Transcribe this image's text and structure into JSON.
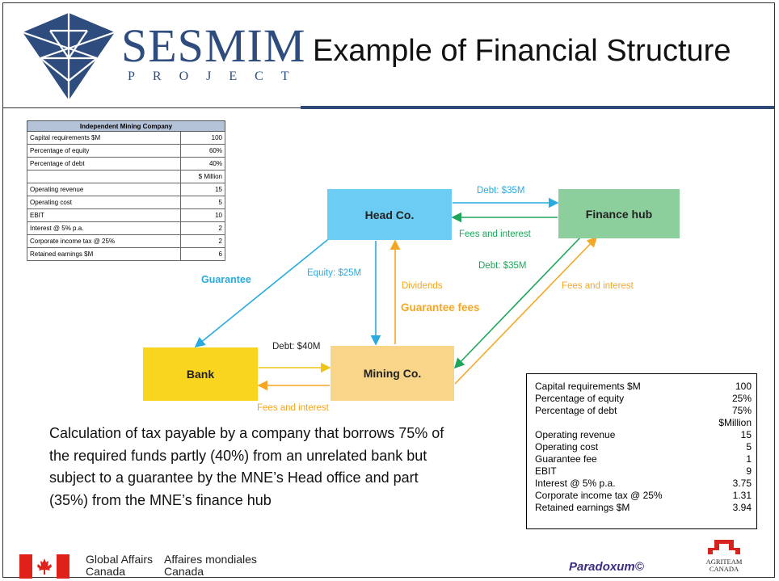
{
  "header": {
    "brand_name": "SESMIM",
    "brand_sub": "PROJECT",
    "title": "Example of Financial Structure"
  },
  "table_company": {
    "title": "Independent Mining Company",
    "rows": [
      {
        "label": "Capital requirements $M",
        "value": "100"
      },
      {
        "label": "Percentage of equity",
        "value": "60%"
      },
      {
        "label": "Percentage of debt",
        "value": "40%"
      },
      {
        "label": "",
        "value": "$ Million"
      },
      {
        "label": "Operating revenue",
        "value": "15"
      },
      {
        "label": "Operating cost",
        "value": "5"
      },
      {
        "label": "EBIT",
        "value": "10"
      },
      {
        "label": "Interest @ 5% p.a.",
        "value": "2"
      },
      {
        "label": "Corporate income tax @ 25%",
        "value": "2"
      },
      {
        "label": "Retained earnings $M",
        "value": "6"
      }
    ]
  },
  "diagram": {
    "nodes": {
      "head": {
        "label": "Head Co.",
        "color": "#6cccf3"
      },
      "finance": {
        "label": "Finance hub",
        "color": "#8ccf9c"
      },
      "bank": {
        "label": "Bank",
        "color": "#fad520"
      },
      "mining": {
        "label": "Mining Co.",
        "color": "#f9d58a"
      }
    },
    "labels": {
      "debt35_top": "Debt: $35M",
      "fees_top": "Fees and interest",
      "debt35_right": "Debt: $35M",
      "fees_right": "Fees and interest",
      "guarantee": "Guarantee",
      "equity": "Equity: $25M",
      "dividends": "Dividends",
      "guarantee_fees": "Guarantee fees",
      "debt40": "Debt: $40M",
      "fees_bottom": "Fees and interest"
    },
    "colors": {
      "blue": "#29abe2",
      "green": "#1ea55a",
      "orange": "#f5a623",
      "yellow": "#f0c419"
    }
  },
  "table_scenario": {
    "rows": [
      {
        "label": "Capital requirements $M",
        "value": "100"
      },
      {
        "label": "Percentage of equity",
        "value": "25%"
      },
      {
        "label": "Percentage of debt",
        "value": "75%"
      },
      {
        "label": "",
        "value": "$Million"
      },
      {
        "label": "Operating revenue",
        "value": "15"
      },
      {
        "label": "Operating cost",
        "value": "5"
      },
      {
        "label": "Guarantee fee",
        "value": "1"
      },
      {
        "label": "EBIT",
        "value": "9"
      },
      {
        "label": "Interest @ 5% p.a.",
        "value": "3.75"
      },
      {
        "label": "Corporate income tax @ 25%",
        "value": "1.31"
      },
      {
        "label": "Retained earnings $M",
        "value": "3.94"
      }
    ]
  },
  "calculation_text": "Calculation of tax payable by a company that borrows 75% of the required funds partly (40%) from an unrelated bank but subject to a guarantee by the MNE’s Head office and part (35%) from the MNE’s finance hub",
  "footer": {
    "ga_en_1": "Global Affairs",
    "ga_en_2": "Canada",
    "ga_fr_1": "Affaires mondiales",
    "ga_fr_2": "Canada",
    "paradoxum": "Paradoxum©",
    "agriteam_1": "AGRITEAM",
    "agriteam_2": "CANADA"
  }
}
